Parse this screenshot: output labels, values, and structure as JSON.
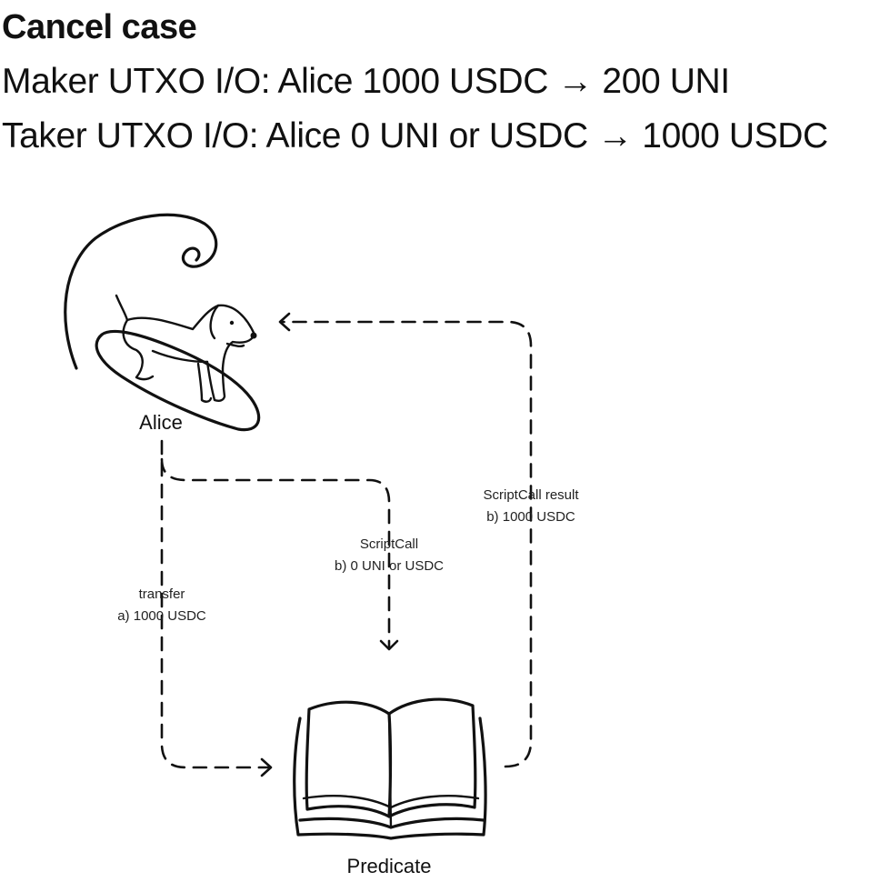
{
  "header": {
    "title": "Cancel case",
    "maker_line": "Maker UTXO I/O: Alice 1000 USDC → 200 UNI",
    "taker_line": "Taker UTXO I/O: Alice 0 UNI or USDC → 1000 USDC"
  },
  "nodes": {
    "alice": {
      "label": "Alice",
      "icon": "dog-on-surfboard-icon"
    },
    "predicate": {
      "label": "Predicate",
      "icon": "open-book-icon"
    }
  },
  "edges": {
    "transfer": {
      "line1": "transfer",
      "line2": "a) 1000 USDC"
    },
    "script_call": {
      "line1": "ScriptCall",
      "line2": "b) 0 UNI or USDC"
    },
    "script_call_result": {
      "line1": "ScriptCall result",
      "line2": "b) 1000 USDC"
    }
  }
}
